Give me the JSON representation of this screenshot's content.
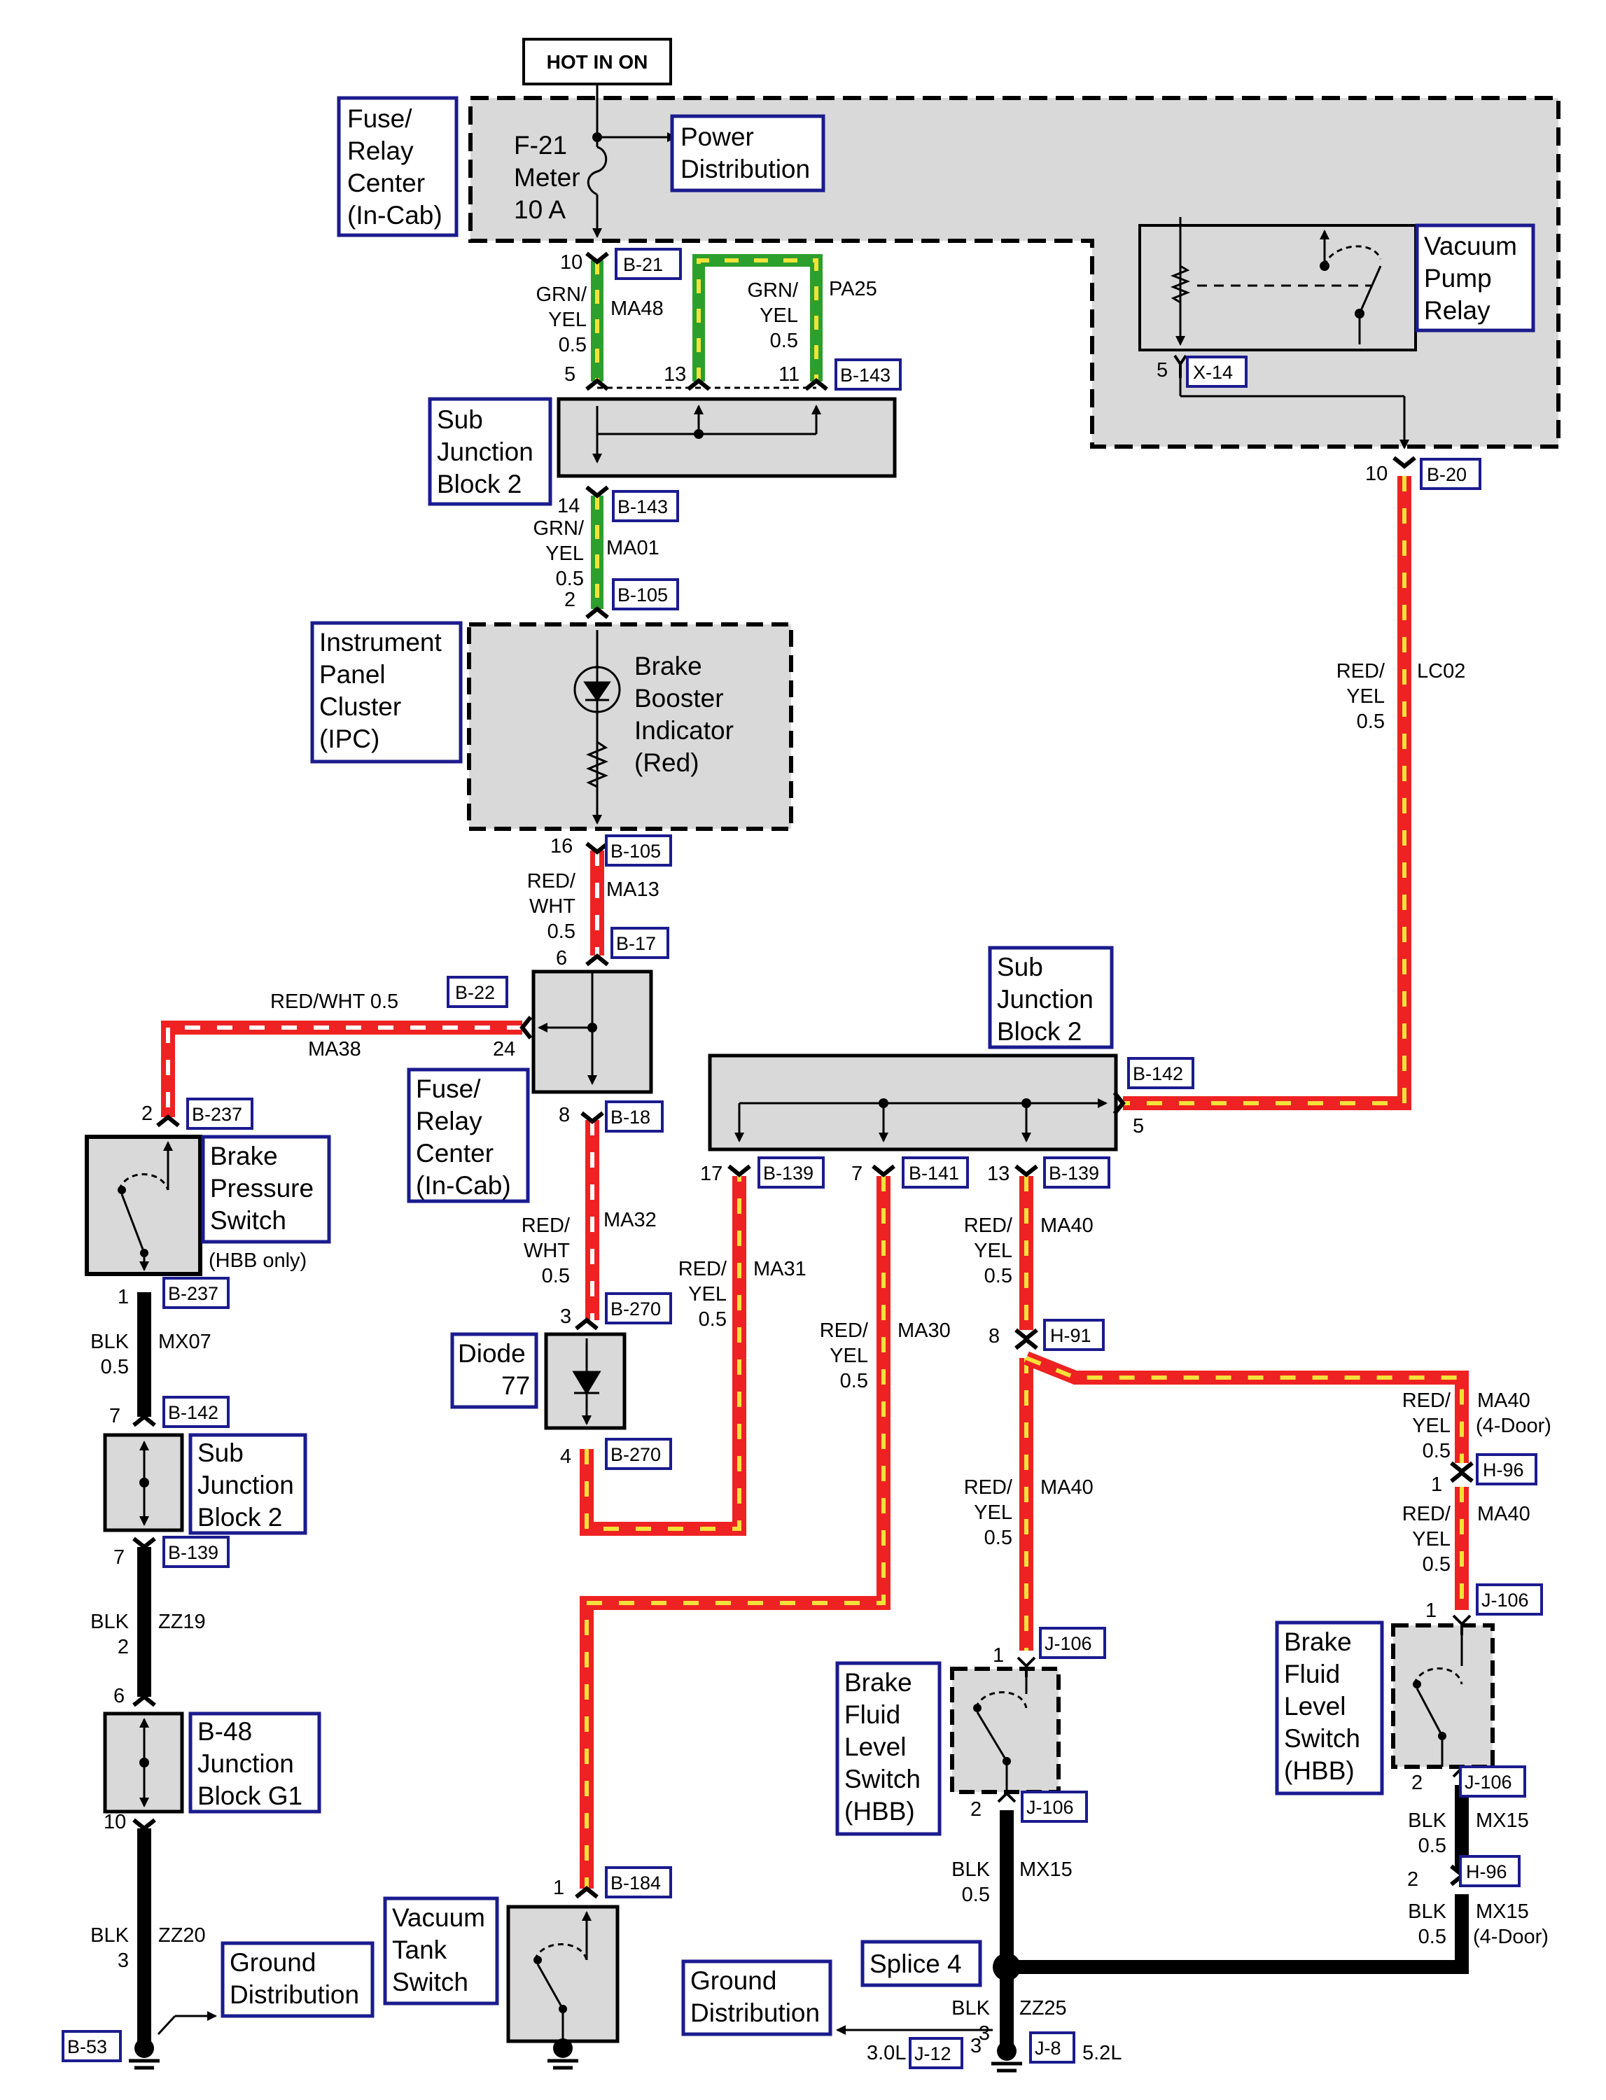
{
  "colors": {
    "red": "#ee2222",
    "green": "#2c9f2c",
    "yellow": "#f2e23a",
    "white": "#ffffff",
    "black": "#000000",
    "box_fill": "#d9d9d9",
    "ref_border": "#1b1b8f"
  },
  "header": {
    "hot_in_on": "HOT IN ON"
  },
  "components": {
    "fuse_relay_center_top": [
      "Fuse/",
      "Relay",
      "Center",
      "(In-Cab)"
    ],
    "fuse": [
      "F-21",
      "Meter",
      "10 A"
    ],
    "power_distribution": [
      "Power",
      "Distribution"
    ],
    "vacuum_pump_relay": [
      "Vacuum",
      "Pump",
      "Relay"
    ],
    "sub_junction_block_top": [
      "Sub",
      "Junction",
      "Block 2"
    ],
    "instrument_panel_cluster": [
      "Instrument",
      "Panel",
      "Cluster",
      "(IPC)"
    ],
    "brake_booster_indicator": [
      "Brake",
      "Booster",
      "Indicator",
      "(Red)"
    ],
    "sub_junction_block_mid": [
      "Sub",
      "Junction",
      "Block 2"
    ],
    "fuse_relay_center_mid": [
      "Fuse/",
      "Relay",
      "Center",
      "(In-Cab)"
    ],
    "brake_pressure_switch": [
      "Brake",
      "Pressure",
      "Switch"
    ],
    "hbb_only": "(HBB only)",
    "diode": [
      "Diode",
      "77"
    ],
    "sub_junction_block_left": [
      "Sub",
      "Junction",
      "Block 2"
    ],
    "b48_junction_block": [
      "B-48",
      "Junction",
      "Block G1"
    ],
    "ground_distribution_left": [
      "Ground",
      "Distribution"
    ],
    "vacuum_tank_switch": [
      "Vacuum",
      "Tank",
      "Switch"
    ],
    "brake_fluid_level_switch_left": [
      "Brake",
      "Fluid",
      "Level",
      "Switch",
      "(HBB)"
    ],
    "brake_fluid_level_switch_right": [
      "Brake",
      "Fluid",
      "Level",
      "Switch",
      "(HBB)"
    ],
    "splice": "Splice 4",
    "ground_distribution_bottom": [
      "Ground",
      "Distribution"
    ]
  },
  "connectors": {
    "b21": "B-21",
    "b143_top": "B-143",
    "x14": "X-14",
    "b20": "B-20",
    "b143_mid": "B-143",
    "b105_top": "B-105",
    "b105_bot": "B-105",
    "b17": "B-17",
    "b22": "B-22",
    "b18": "B-18",
    "b142_mid": "B-142",
    "b237_top": "B-237",
    "b237_bot": "B-237",
    "b139_17": "B-139",
    "b141": "B-141",
    "b139_13": "B-139",
    "b270_top": "B-270",
    "b270_bot": "B-270",
    "h91": "H-91",
    "b142_left": "B-142",
    "b139_left": "B-139",
    "h96_top": "H-96",
    "j106_right_top": "J-106",
    "j106_left_top": "J-106",
    "j106_left_bot": "J-106",
    "j106_right_bot": "J-106",
    "h96_bot": "H-96",
    "b184": "B-184",
    "b53": "B-53",
    "j12": "J-12",
    "j8": "J-8"
  },
  "pins": {
    "p10_b21": "10",
    "p5_b143": "5",
    "p13_b143": "13",
    "p11_b143": "11",
    "p5_x14": "5",
    "p10_b20": "10",
    "p14_b143": "14",
    "p2_b105": "2",
    "p16_b105": "16",
    "p6_b17": "6",
    "p24_b22": "24",
    "p8_b18": "8",
    "p5_b142": "5",
    "p2_b237": "2",
    "p1_b237": "1",
    "p17_b139": "17",
    "p7_b141": "7",
    "p13_b139": "13",
    "p3_b270": "3",
    "p4_b270": "4",
    "p8_h91": "8",
    "p1_h96": "1",
    "p1_j106_right": "1",
    "p1_j106_left": "1",
    "p2_j106_left": "2",
    "p2_j106_right": "2",
    "p2_h96": "2",
    "p7_b142": "7",
    "p7_b139": "7",
    "p6_b48": "6",
    "p10_b48": "10",
    "p1_b184": "1",
    "p3_j8": "3"
  },
  "wires": {
    "ma48": {
      "color": [
        "GRN/",
        "YEL",
        "0.5"
      ],
      "circuit": "MA48"
    },
    "pa25": {
      "color": [
        "GRN/",
        "YEL",
        "0.5"
      ],
      "circuit": "PA25"
    },
    "ma01": {
      "color": [
        "GRN/",
        "YEL",
        "0.5"
      ],
      "circuit": "MA01"
    },
    "lc02": {
      "color": [
        "RED/",
        "YEL",
        "0.5"
      ],
      "circuit": "LC02"
    },
    "ma13": {
      "color": [
        "RED/",
        "WHT",
        "0.5"
      ],
      "circuit": "MA13"
    },
    "ma38": {
      "color": "RED/WHT 0.5",
      "circuit": "MA38"
    },
    "ma32": {
      "color": [
        "RED/",
        "WHT",
        "0.5"
      ],
      "circuit": "MA32"
    },
    "ma31": {
      "color": [
        "RED/",
        "YEL",
        "0.5"
      ],
      "circuit": "MA31"
    },
    "ma30": {
      "color": [
        "RED/",
        "YEL",
        "0.5"
      ],
      "circuit": "MA30"
    },
    "ma40_a": {
      "color": [
        "RED/",
        "YEL",
        "0.5"
      ],
      "circuit": "MA40"
    },
    "ma40_b": {
      "color": [
        "RED/",
        "YEL",
        "0.5"
      ],
      "circuit": "MA40"
    },
    "ma40_4door": {
      "color": [
        "RED/",
        "YEL",
        "0.5"
      ],
      "circuit": "MA40",
      "note": "(4-Door)"
    },
    "ma40_c": {
      "color": [
        "RED/",
        "YEL",
        "0.5"
      ],
      "circuit": "MA40"
    },
    "mx07": {
      "color": [
        "BLK",
        "0.5"
      ],
      "circuit": "MX07"
    },
    "zz19": {
      "color": [
        "BLK",
        "2"
      ],
      "circuit": "ZZ19"
    },
    "zz20": {
      "color": [
        "BLK",
        "3"
      ],
      "circuit": "ZZ20"
    },
    "mx15_left": {
      "color": [
        "BLK",
        "0.5"
      ],
      "circuit": "MX15"
    },
    "mx15_right_a": {
      "color": [
        "BLK",
        "0.5"
      ],
      "circuit": "MX15"
    },
    "mx15_right_b": {
      "color": [
        "BLK",
        "0.5"
      ],
      "circuit": "MX15",
      "note": "(4-Door)"
    },
    "zz25": {
      "color": [
        "BLK",
        "3"
      ],
      "circuit": "ZZ25"
    }
  },
  "engine_labels": {
    "l30": "3.0L",
    "l52": "5.2L"
  }
}
